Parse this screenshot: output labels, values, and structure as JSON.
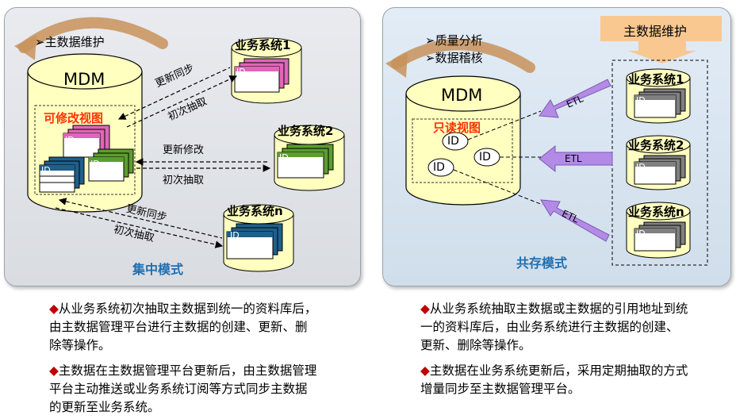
{
  "left": {
    "maintain_label": "➢主数据维护",
    "mdm_label": "MDM",
    "view_label": "可修改视图",
    "mode_label": "集中模式",
    "systems": [
      {
        "name": "业务系统1",
        "color": "#e066b8"
      },
      {
        "name": "业务系统2",
        "color": "#5c9e2e"
      },
      {
        "name": "业务系统n",
        "color": "#1f5f8b"
      }
    ],
    "arrows": {
      "top_update": "更新同步",
      "top_extract": "初次抽取",
      "mid_update": "更新修改",
      "mid_extract": "初次抽取",
      "bottom_update": "更新同步",
      "bottom_extract": "初次抽取"
    },
    "id_text": "ID"
  },
  "right": {
    "quality_label": "➢质量分析",
    "audit_label": "➢数据稽核",
    "mdm_label": "MDM",
    "view_label": "只读视图",
    "mode_label": "共存模式",
    "maintain_label": "主数据维护",
    "etl_label": "ETL",
    "id_text": "ID",
    "systems": [
      {
        "name": "业务系统1"
      },
      {
        "name": "业务系统2"
      },
      {
        "name": "业务系统n"
      }
    ]
  },
  "descriptions": {
    "left": [
      "从业务系统初次抽取主数据到统一的资料库后，由主数据管理平台进行主数据的创建、更新、删除等操作。",
      "主数据在主数据管理平台更新后，由主数据管理平台主动推送或业务系统订阅等方式同步主数据的更新至业务系统。"
    ],
    "right": [
      "从业务系统抽取主数据或主数据的引用地址到统一的资料库后，由业务系统进行主数据的创建、更新、删除等操作。",
      "主数据在业务系统更新后，采用定期抽取的方式增量同步至主数据管理平台。"
    ],
    "bullet": "◆"
  },
  "colors": {
    "cylinder_fill": "#ffffc0",
    "accent_red": "#ff3300",
    "mode_blue": "#1f6fb0",
    "arrow_orange": "#c8925a",
    "etl_purple": "#b38ae6",
    "maintain_box": "#f8c890"
  }
}
